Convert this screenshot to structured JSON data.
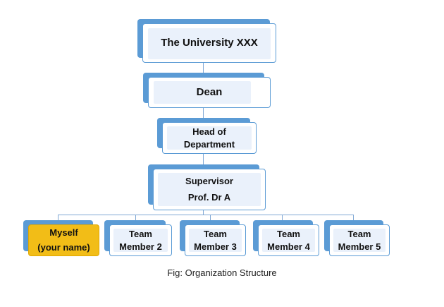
{
  "diagram": {
    "caption": "Fig: Organization Structure",
    "nodes": {
      "university": "The University XXX",
      "dean": "Dean",
      "hod": "Head of\nDepartment",
      "supervisor": "Supervisor\nProf. Dr A",
      "myself": "Myself\n(your name)",
      "member2": "Team\nMember 2",
      "member3": "Team\nMember 3",
      "member4": "Team\nMember 4",
      "member5": "Team\nMember 5"
    },
    "colors": {
      "accent": "#5b9bd5",
      "highlight": "#f2bd17",
      "connector": "#7fa7d4"
    }
  }
}
